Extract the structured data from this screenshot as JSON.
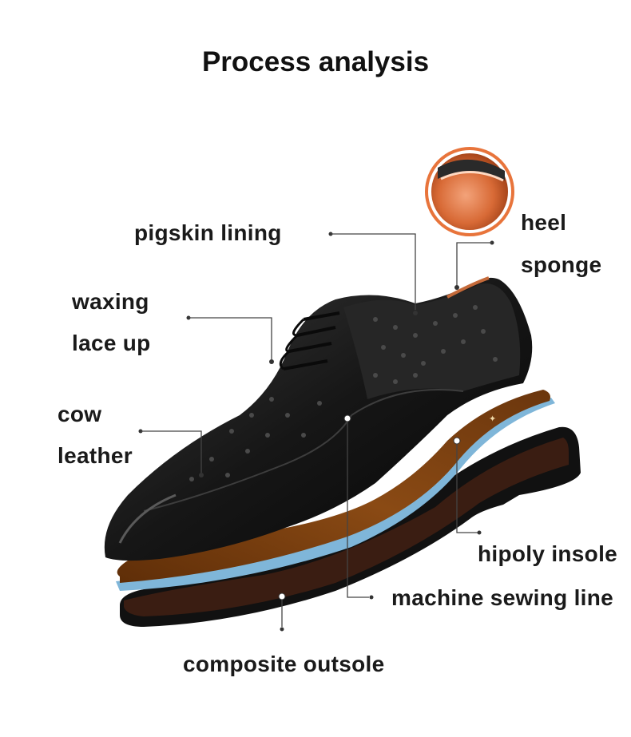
{
  "title": "Process analysis",
  "labels": {
    "pigskin_lining": "pigskin lining",
    "heel": "heel",
    "sponge": "sponge",
    "waxing": "waxing",
    "lace_up": "lace up",
    "cow": "cow",
    "leather": "leather",
    "hipoly_insole": "hipoly insole",
    "machine_sewing_line": "machine sewing line",
    "composite_outsole": "composite outsole"
  },
  "colors": {
    "shoe_upper": "#1a1a1a",
    "insole_brown": "#7a3f0c",
    "cushion_blue": "#7fb6d9",
    "outsole_dark_brown": "#3a1d12",
    "sole_black": "#111111",
    "heel_sponge_orange": "#e8743b"
  }
}
